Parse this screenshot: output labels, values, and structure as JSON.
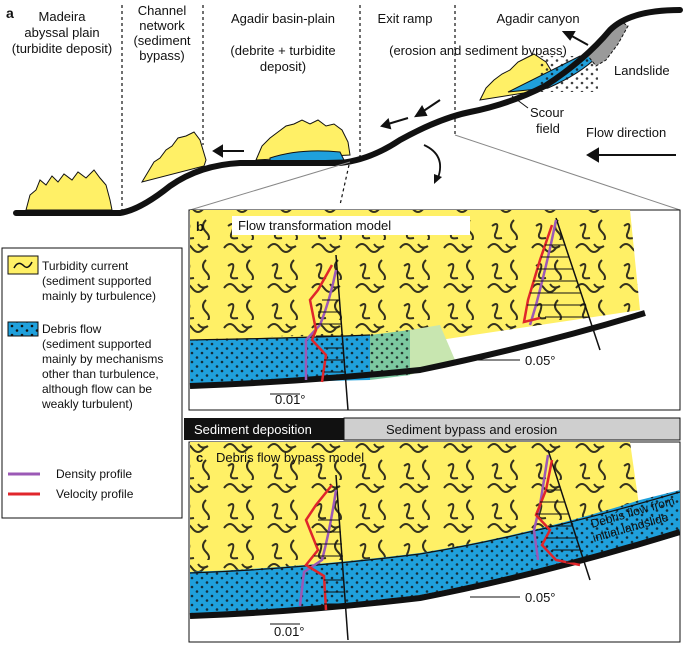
{
  "panels": {
    "a": "a",
    "b": "b",
    "c": "c"
  },
  "zones": {
    "madeira": [
      "Madeira",
      "abyssal plain",
      "(turbidite deposit)"
    ],
    "channel": [
      "Channel",
      "network",
      "(sediment",
      "bypass)"
    ],
    "agadir_basin": [
      "Agadir basin-plain",
      "(debrite + turbidite",
      "deposit)"
    ],
    "exit_ramp": [
      "Exit ramp",
      "(erosion and sediment bypass)"
    ],
    "agadir_canyon": "Agadir canyon"
  },
  "annotations": {
    "landslide": "Landslide",
    "scour": [
      "Scour",
      "field"
    ],
    "flow_direction": "Flow direction"
  },
  "panel_b": {
    "title": "Flow transformation model",
    "angle_low": "0.01°",
    "angle_high": "0.05°"
  },
  "band": {
    "deposition": "Sediment deposition",
    "bypass": "Sediment bypass and erosion"
  },
  "panel_c": {
    "title": "Debris flow bypass model",
    "angle_low": "0.01°",
    "angle_high": "0.05°",
    "debris_label": [
      "Debris flow from",
      "initial landslide"
    ]
  },
  "legend": {
    "turbidity": [
      "Turbidity current",
      "(sediment supported",
      "mainly by turbulence)"
    ],
    "debris": [
      "Debris flow",
      "(sediment supported",
      "mainly by mechanisms",
      "other than turbulence,",
      "although flow can be",
      "weakly turbulent)"
    ],
    "density": "Density profile",
    "velocity": "Velocity profile"
  },
  "colors": {
    "turbidity_yellow": "#FFF066",
    "debris_blue": "#1FA0DC",
    "density_purple": "#9B59B6",
    "velocity_red": "#E0262B",
    "green_transition": "#7CC9A0"
  }
}
